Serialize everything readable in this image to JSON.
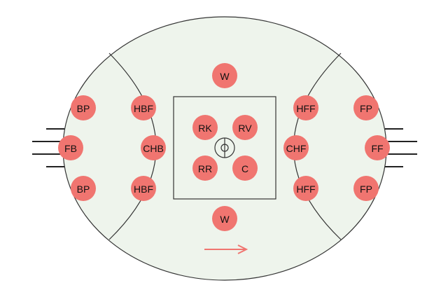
{
  "field": {
    "oval_color": "#eef4ec",
    "line_color": "#333333",
    "position_color": "#f07570",
    "arrow_color": "#f07570",
    "arrow_direction": "right"
  },
  "positions": [
    {
      "label": "W",
      "id": "wing-top"
    },
    {
      "label": "BP",
      "id": "back-pocket-top"
    },
    {
      "label": "HBF",
      "id": "half-back-flank-top"
    },
    {
      "label": "HFF",
      "id": "half-forward-flank-top"
    },
    {
      "label": "FP",
      "id": "forward-pocket-top"
    },
    {
      "label": "RK",
      "id": "ruck"
    },
    {
      "label": "RV",
      "id": "ruck-rover"
    },
    {
      "label": "FB",
      "id": "full-back"
    },
    {
      "label": "CHB",
      "id": "centre-half-back"
    },
    {
      "label": "CHF",
      "id": "centre-half-forward"
    },
    {
      "label": "FF",
      "id": "full-forward"
    },
    {
      "label": "RR",
      "id": "rover"
    },
    {
      "label": "C",
      "id": "centre"
    },
    {
      "label": "BP",
      "id": "back-pocket-bottom"
    },
    {
      "label": "HBF",
      "id": "half-back-flank-bottom"
    },
    {
      "label": "HFF",
      "id": "half-forward-flank-bottom"
    },
    {
      "label": "FP",
      "id": "forward-pocket-bottom"
    },
    {
      "label": "W",
      "id": "wing-bottom"
    }
  ]
}
